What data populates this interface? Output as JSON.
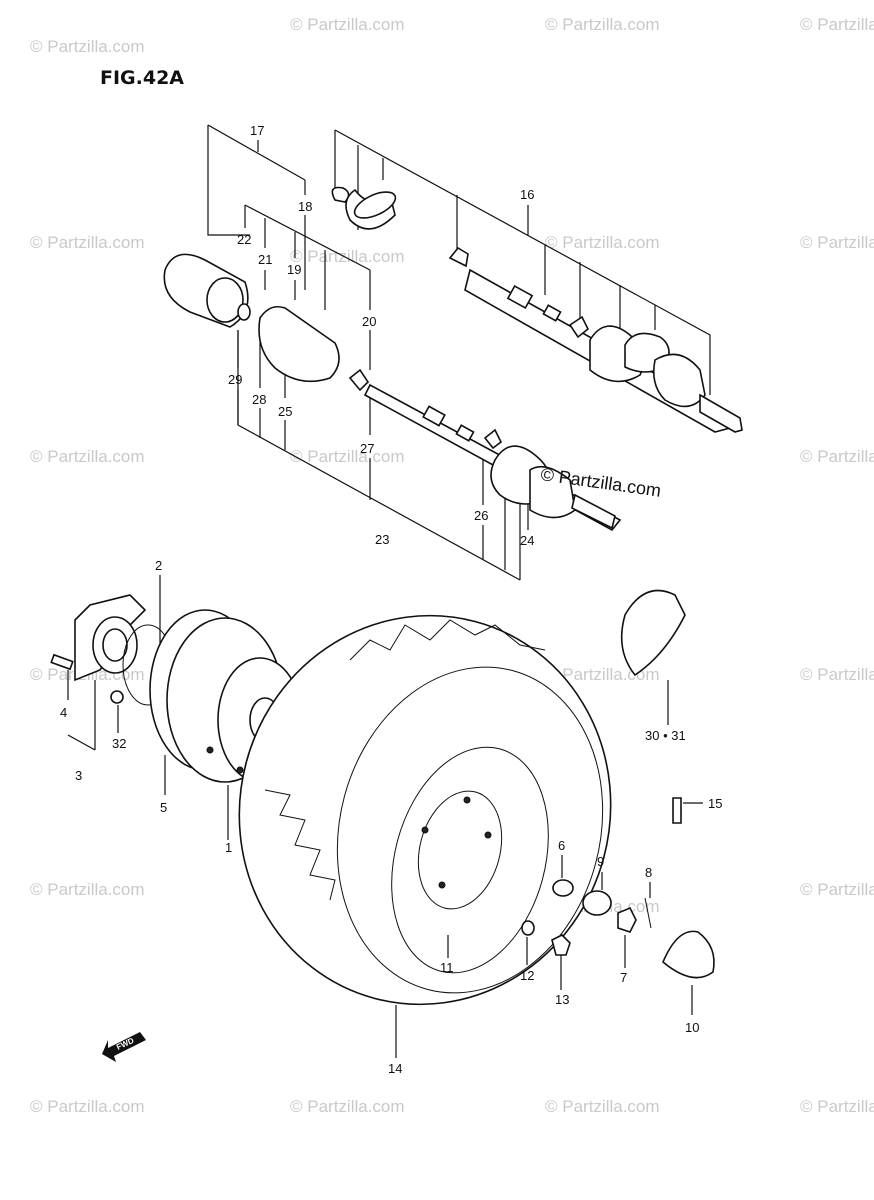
{
  "figure_title": "FIG.42A",
  "watermark_text": "© Partzilla.com",
  "inline_watermark": "© Partzilla.com",
  "fwd_label": "FWD",
  "footer_text": "",
  "callouts": [
    "1",
    "2",
    "3",
    "4",
    "5",
    "6",
    "7",
    "8",
    "9",
    "10",
    "11",
    "12",
    "13",
    "14",
    "15",
    "16",
    "17",
    "18",
    "19",
    "20",
    "21",
    "22",
    "23",
    "24",
    "25",
    "26",
    "27",
    "28",
    "29",
    "30 • 31",
    "32"
  ],
  "colors": {
    "ink": "#111111",
    "watermark": "#c9c9c9",
    "paper": "#ffffff"
  }
}
